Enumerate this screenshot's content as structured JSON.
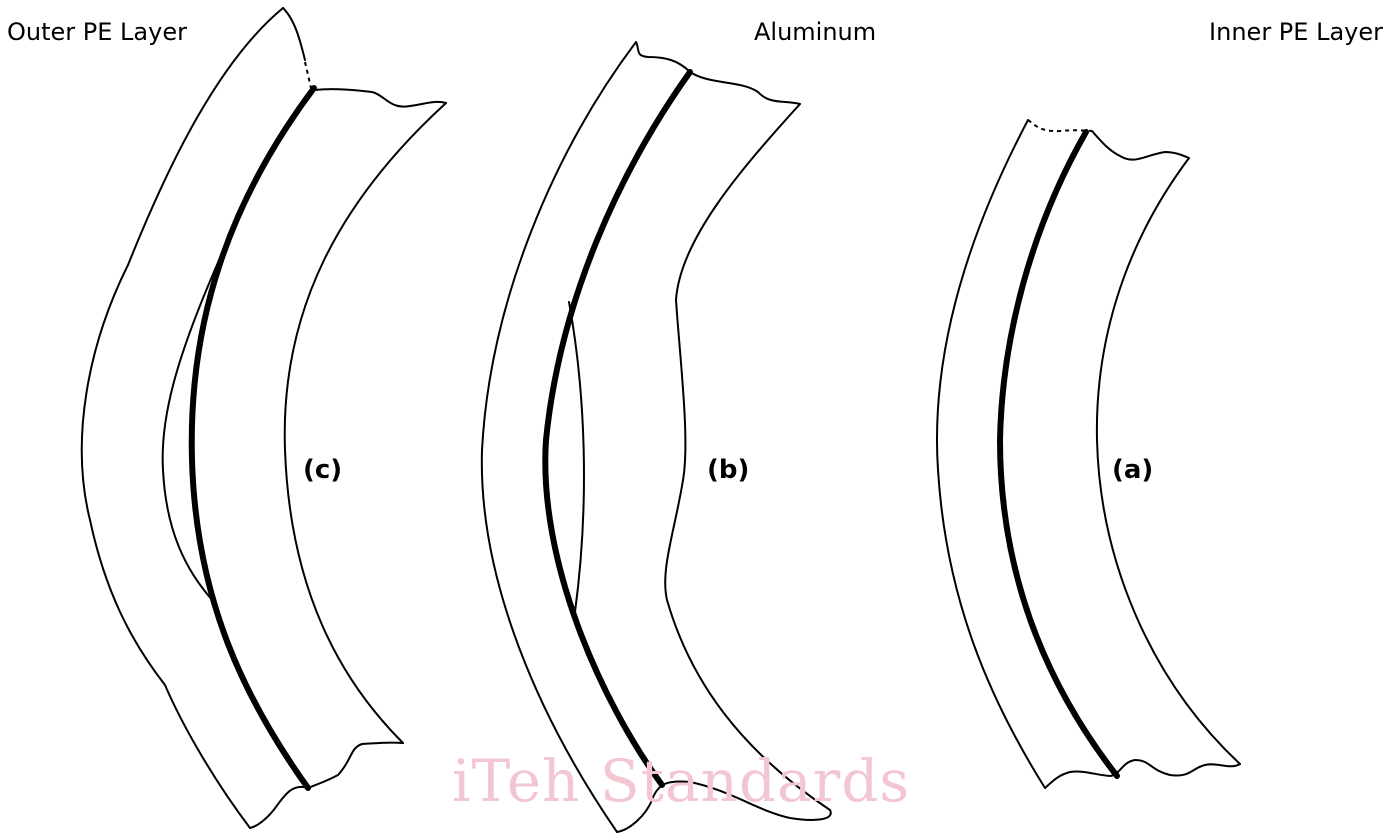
{
  "labels": {
    "outer": "Outer PE Layer",
    "aluminum": "Aluminum",
    "inner": "Inner PE Layer"
  },
  "panels": {
    "c": "(c)",
    "b": "(b)",
    "a": "(a)"
  },
  "watermark": "iTeh Standards",
  "colors": {
    "stroke": "#000000",
    "watermark": "#f3c7d1",
    "background": "#ffffff"
  }
}
